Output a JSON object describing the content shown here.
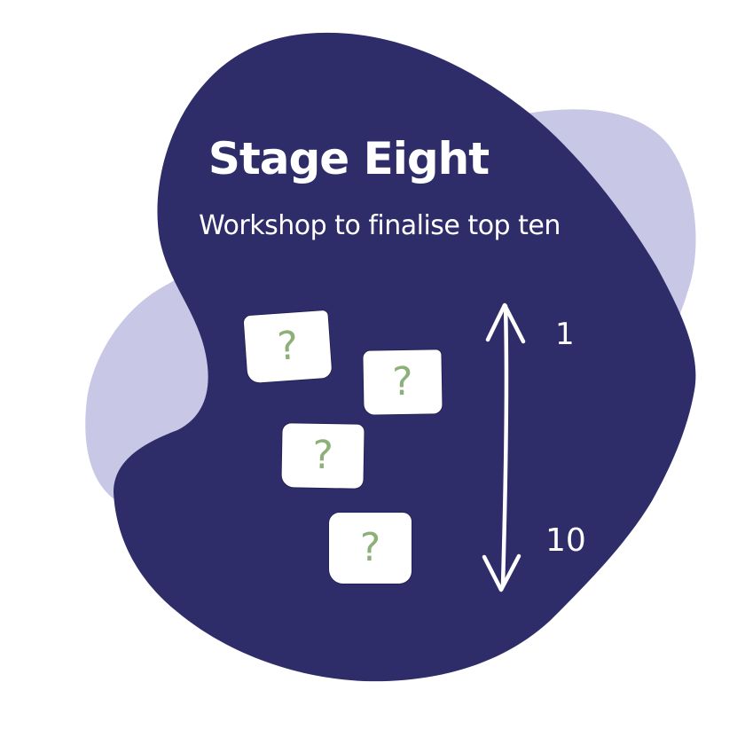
{
  "illustration": {
    "title": "Stage Eight",
    "subtitle": "Workshop to finalise top ten",
    "colors": {
      "background": "#ffffff",
      "main_blob": "#2f2d69",
      "back_blob": "#c8c8e6",
      "text": "#ffffff",
      "question_mark": "#8db07a",
      "card": "#ffffff"
    },
    "cards": [
      {
        "symbol": "?"
      },
      {
        "symbol": "?"
      },
      {
        "symbol": "?"
      },
      {
        "symbol": "?"
      }
    ],
    "ranking_scale": {
      "top_label": "1",
      "bottom_label": "10"
    }
  }
}
